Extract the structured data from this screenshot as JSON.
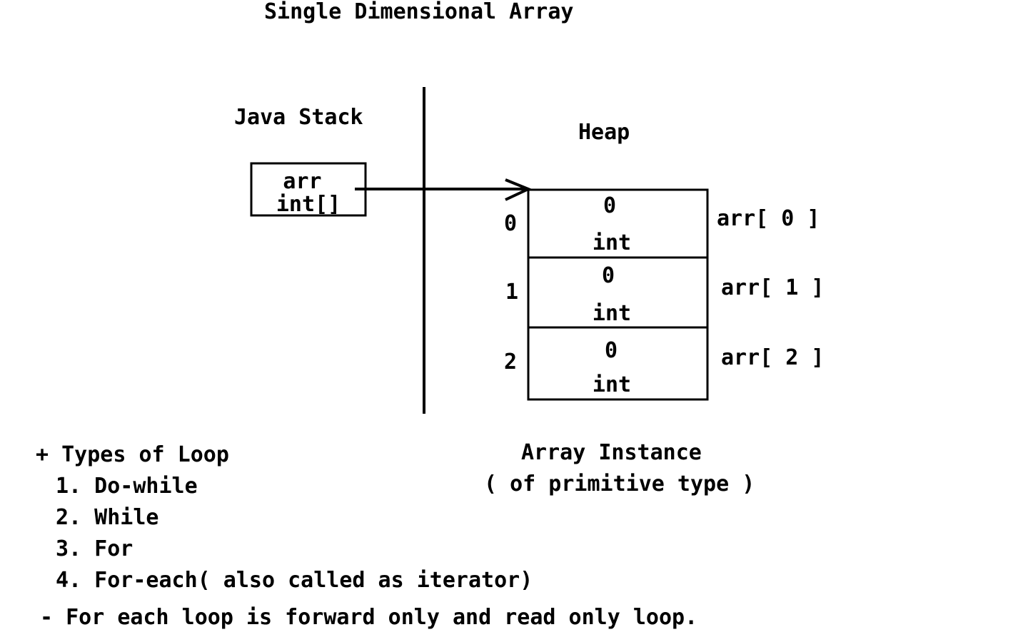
{
  "title": "Single Dimensional Array",
  "stack": {
    "label": "Java Stack",
    "variable": {
      "name": "arr",
      "type": "int[]"
    }
  },
  "heap": {
    "label": "Heap",
    "cells": [
      {
        "index": "0",
        "value": "0",
        "type": "int",
        "ref": "arr[ 0 ]"
      },
      {
        "index": "1",
        "value": "0",
        "type": "int",
        "ref": "arr[ 1 ]"
      },
      {
        "index": "2",
        "value": "0",
        "type": "int",
        "ref": "arr[ 2 ]"
      }
    ],
    "caption_line1": "Array Instance",
    "caption_line2": "( of primitive type )"
  },
  "loops": {
    "heading": "+ Types of Loop",
    "items": [
      "1. Do-while",
      "2. While",
      "3. For",
      "4. For-each( also called as iterator)"
    ],
    "note": "- For each loop is forward only and read only loop."
  },
  "colors": {
    "ink": "#000000",
    "background": "#ffffff"
  }
}
